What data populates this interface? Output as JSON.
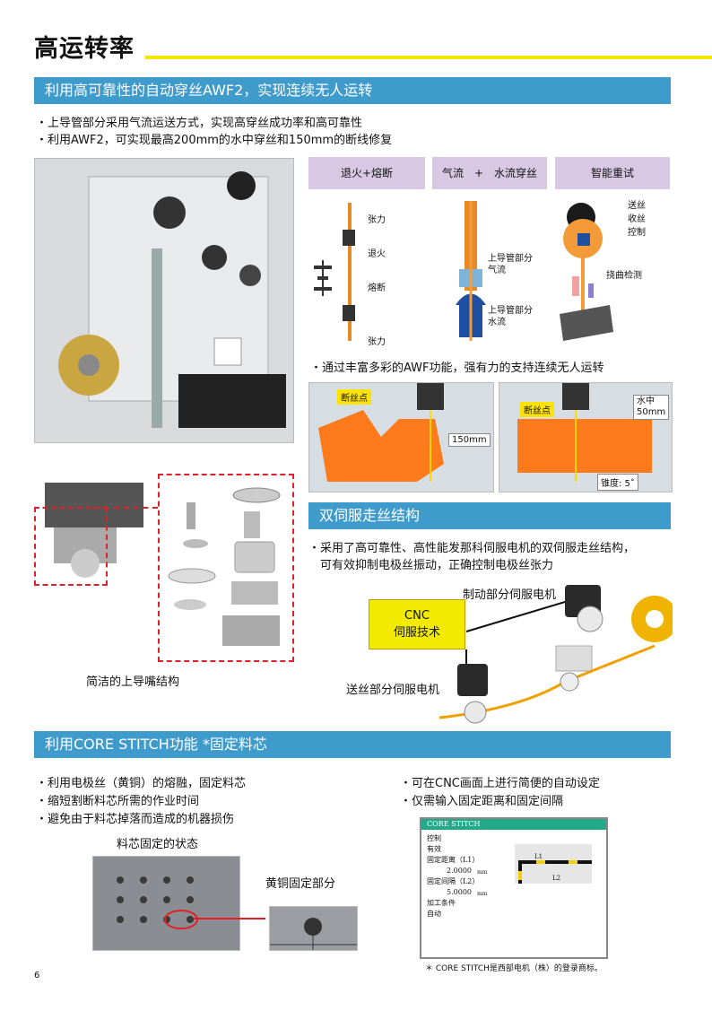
{
  "page": {
    "title": "高运转率",
    "page_number": "6"
  },
  "section1": {
    "heading": "利用高可靠性的自动穿丝AWF2，实现连续无人运转",
    "bullets": [
      "・上导管部分采用气流运送方式，实现高穿丝成功率和高可靠性",
      "・利用AWF2，可实现最高200mm的水中穿丝和150mm的断线修复"
    ],
    "tabs": [
      "退火+熔断",
      "气流　+　水流穿丝",
      "智能重试"
    ],
    "diagram1_labels": [
      "张力",
      "退火",
      "熔断",
      "张力"
    ],
    "diagram2_labels": [
      "上导管部分\n气流",
      "上导管部分\n水流"
    ],
    "diagram3_labels": [
      "送丝\n收丝\n控制",
      "挠曲检测"
    ],
    "awf_bullet": "・通过丰富多彩的AWF功能，强有力的支持连续无人运转",
    "sim1": {
      "break_point": "断丝点",
      "height": "150mm"
    },
    "sim2": {
      "break_point": "断丝点",
      "water": "水中\n50mm",
      "taper": "锥度: 5˚"
    },
    "nozzle_caption": "简洁的上导嘴结构"
  },
  "section2": {
    "heading": "双伺服走丝结构",
    "bullets": [
      "・采用了高可靠性、高性能发那科伺服电机的双伺服走丝结构，",
      "　可有效抑制电极丝振动，正确控制电极丝张力"
    ],
    "cnc_label_line1": "CNC",
    "cnc_label_line2": "伺服技术",
    "brake_motor": "制动部分伺服电机",
    "feed_motor": "送丝部分伺服电机"
  },
  "section3": {
    "heading": "利用CORE STITCH功能 *固定料芯",
    "bullets_left": [
      "・利用电极丝（黄铜）的熔融，固定料芯",
      "・缩短割断料芯所需的作业时间",
      "・避免由于料芯掉落而造成的机器损伤"
    ],
    "bullets_right": [
      "・可在CNC画面上进行简便的自动设定",
      "・仅需输入固定距离和固定间隔"
    ],
    "core_state_caption": "料芯固定的状态",
    "brass_caption": "黄铜固定部分",
    "screen": {
      "title": "CORE STITCH",
      "control_label": "控制",
      "control_value": "有效",
      "distance_label": "固定距离（L1）",
      "distance_value": "2.0000",
      "interval_label": "固定间隔（L2）",
      "interval_value": "5.0000",
      "unit": "mm",
      "condition_label": "加工条件",
      "condition_value": "自动",
      "l1": "L1",
      "l2": "L2"
    },
    "footnote": "＊ CORE STITCH是西部电机（株）的登录商标。"
  },
  "colors": {
    "band": "#3f9bcb",
    "accent_yellow": "#f7e600",
    "tab": "#d9c8e3",
    "orange": "#ff7a1a",
    "red": "#e0202a"
  }
}
